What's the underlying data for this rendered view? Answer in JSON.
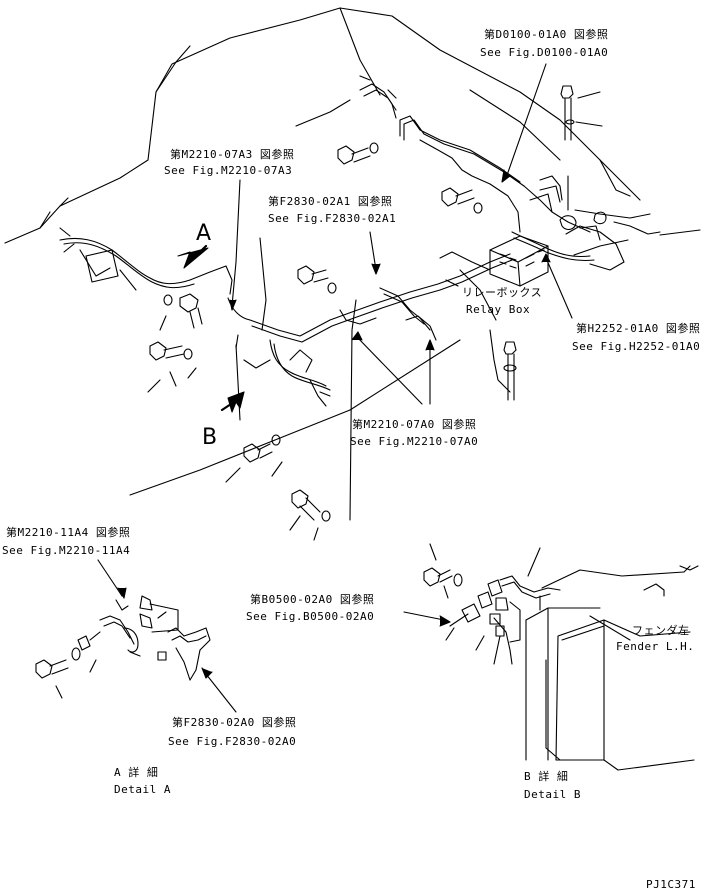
{
  "refs": {
    "d0100_jp": "第D0100-01A0 図参照",
    "d0100_en": "See Fig.D0100-01A0",
    "m2210_07a3_jp": "第M2210-07A3 図参照",
    "m2210_07a3_en": "See Fig.M2210-07A3",
    "f2830_02a1_jp": "第F2830-02A1 図参照",
    "f2830_02a1_en": "See Fig.F2830-02A1",
    "relay_jp": "リレーボックス",
    "relay_en": "Relay Box",
    "h2252_jp": "第H2252-01A0 図参照",
    "h2252_en": "See Fig.H2252-01A0",
    "m2210_07a0_jp": "第M2210-07A0 図参照",
    "m2210_07a0_en": "See Fig.M2210-07A0",
    "m2210_11a4_jp": "第M2210-11A4 図参照",
    "m2210_11a4_en": "See Fig.M2210-11A4",
    "b0500_jp": "第B0500-02A0 図参照",
    "b0500_en": "See Fig.B0500-02A0",
    "fender_jp": "フェンダ左",
    "fender_en": "Fender L.H.",
    "f2830_02a0_jp": "第F2830-02A0 図参照",
    "f2830_02a0_en": "See Fig.F2830-02A0"
  },
  "callouts": {
    "a": "A",
    "b": "B"
  },
  "details": {
    "a_jp": "A 詳 細",
    "a_en": "Detail A",
    "b_jp": "B 詳 細",
    "b_en": "Detail B"
  },
  "figure_code": "PJ1C371"
}
